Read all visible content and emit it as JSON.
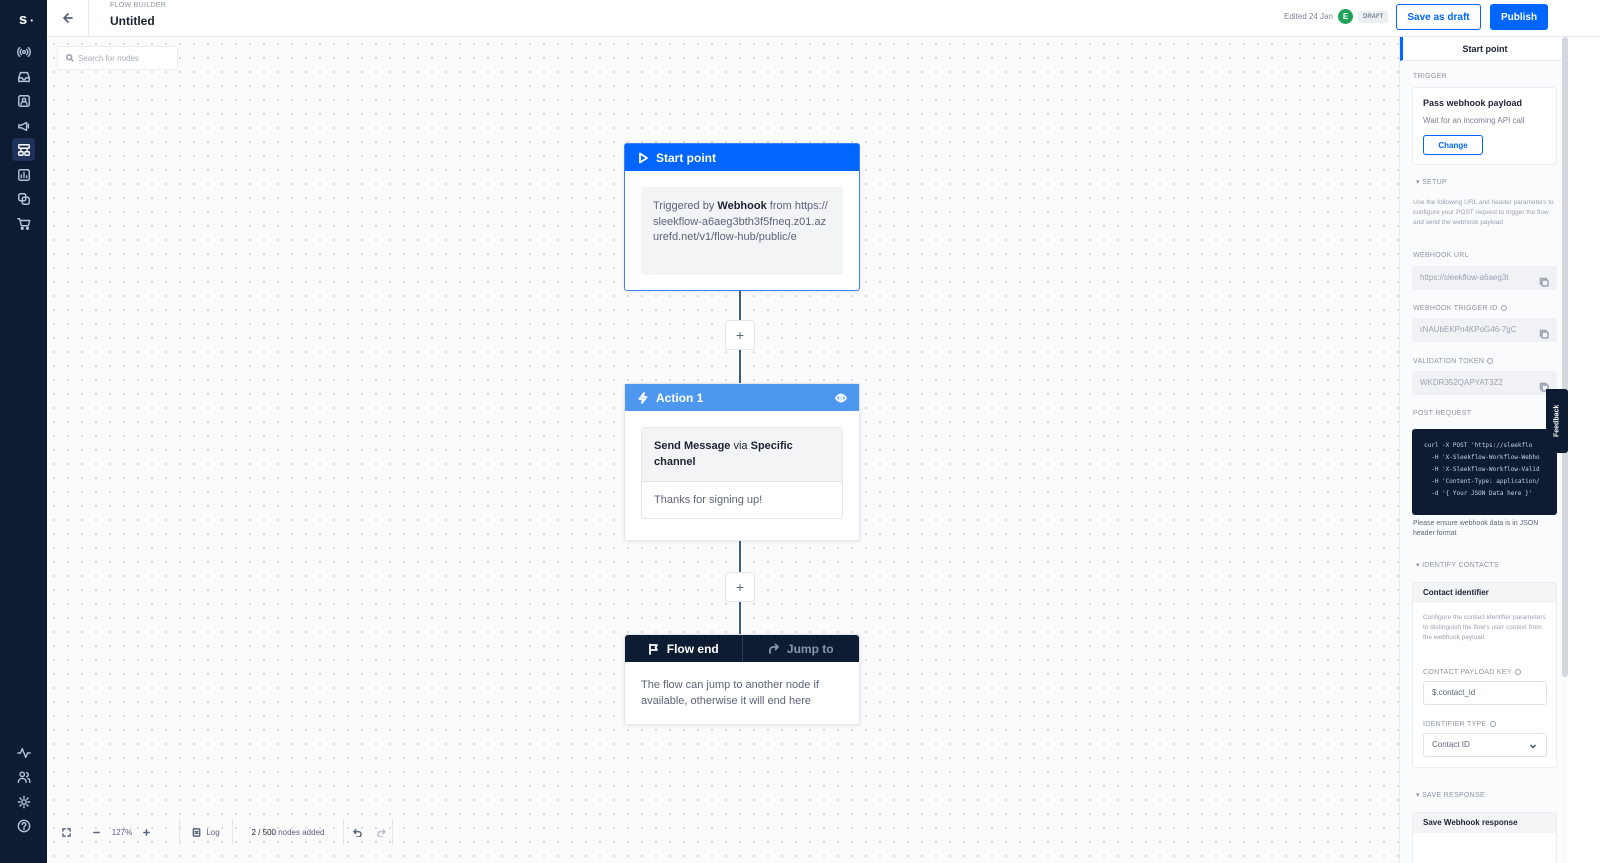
{
  "app": {
    "logo": "s",
    "nav": [
      "broadcast-icon",
      "inbox-icon",
      "contacts-icon",
      "campaigns-icon",
      "flow-builder-icon",
      "analytics-icon",
      "integrations-icon",
      "commerce-icon",
      "activity-icon",
      "team-icon",
      "settings-icon",
      "help-icon"
    ]
  },
  "header": {
    "section_label": "FLOW BUILDER",
    "title": "Untitled",
    "edited": "Edited 24 Jan",
    "avatar_initial": "E",
    "status": "DRAFT",
    "save_label": "Save as draft",
    "publish_label": "Publish"
  },
  "canvas": {
    "search_placeholder": "Search for nodes",
    "start_node": {
      "title": "Start point",
      "text_prefix": "Triggered by ",
      "text_bold": "Webhook",
      "text_mid": " from",
      "url": "https://sleekflow-a6aeg3bth3f5fneq.z01.azurefd.net/v1/flow-hub/public/e"
    },
    "action_node": {
      "title": "Action 1",
      "action_bold_1": "Send Message",
      "action_mid": " via ",
      "action_bold_2": "Specific channel",
      "message": "Thanks for signing up!"
    },
    "end_node": {
      "tab_end": "Flow end",
      "tab_jump": "Jump to",
      "text": "The flow can jump to another node if available, otherwise it will end here"
    },
    "add_symbol": "+"
  },
  "toolbar": {
    "zoom": "127%",
    "log_label": "Log",
    "nodes_count": "2 / 500",
    "nodes_suffix": " nodes added"
  },
  "panel": {
    "tab": "Start point",
    "trigger_label": "TRIGGER",
    "trigger_title": "Pass webhook payload",
    "trigger_sub": "Wait for an incoming API call",
    "change_label": "Change",
    "setup_label": "SETUP",
    "setup_help": "Use the following URL and header parameters to configure your POST request to trigger the flow and send the webhook payload",
    "webhook_url_label": "WEBHOOK URL",
    "webhook_url": "https://sleekflow-a6aeg3t",
    "trigger_id_label": "WEBHOOK TRIGGER ID",
    "trigger_id": "rNAUbEKPn4KPoG46-7gC",
    "token_label": "VALIDATION TOKEN",
    "token": "WKDR352QAPYAT3Z2",
    "post_label": "POST REQUEST",
    "code": "curl -X POST 'https://sleekflo\n  -H 'X-Sleekflow-Workflow-Webho\n  -H 'X-Sleekflow-Workflow-Valid\n  -H 'Content-Type: application/\n  -d '{ Your JSON Data here }'",
    "note": "Please ensure webhook data is in JSON header format",
    "identify_label": "IDENTIFY CONTACTS",
    "contact_title": "Contact identifier",
    "contact_help": "Configure the contact identifier parameters to distinguish the flow's user context from the webhook payload",
    "payload_key_label": "CONTACT PAYLOAD KEY",
    "payload_key": "$.contact_id",
    "identifier_type_label": "IDENTIFIER TYPE",
    "identifier_type": "Contact ID",
    "save_response_label": "SAVE RESPONSE",
    "save_response_title": "Save Webhook response",
    "feedback": "Feedback"
  },
  "colors": {
    "primary": "#0066ff",
    "sidebar": "#0d1b33",
    "action_header": "#4e97ee",
    "connector": "#3d5f86"
  }
}
